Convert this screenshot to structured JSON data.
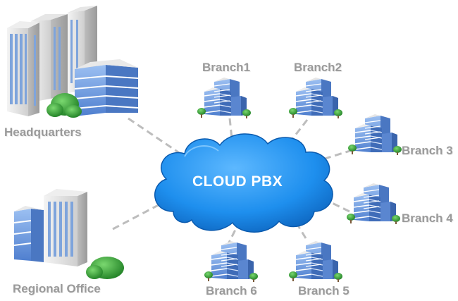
{
  "cloud": {
    "label": "CLOUD PBX"
  },
  "nodes": {
    "headquarters": "Headquarters",
    "regional_office": "Regional Office",
    "branch1": "Branch1",
    "branch2": "Branch2",
    "branch3": "Branch 3",
    "branch4": "Branch 4",
    "branch5": "Branch 5",
    "branch6": "Branch 6"
  },
  "colors": {
    "cloud": "#1e90ee",
    "cloud_dark": "#0b5fb8",
    "connector": "#bdbdbd",
    "label": "#9a9a9a",
    "building_glass": "#6f9be0",
    "tree": "#3aa83a"
  }
}
